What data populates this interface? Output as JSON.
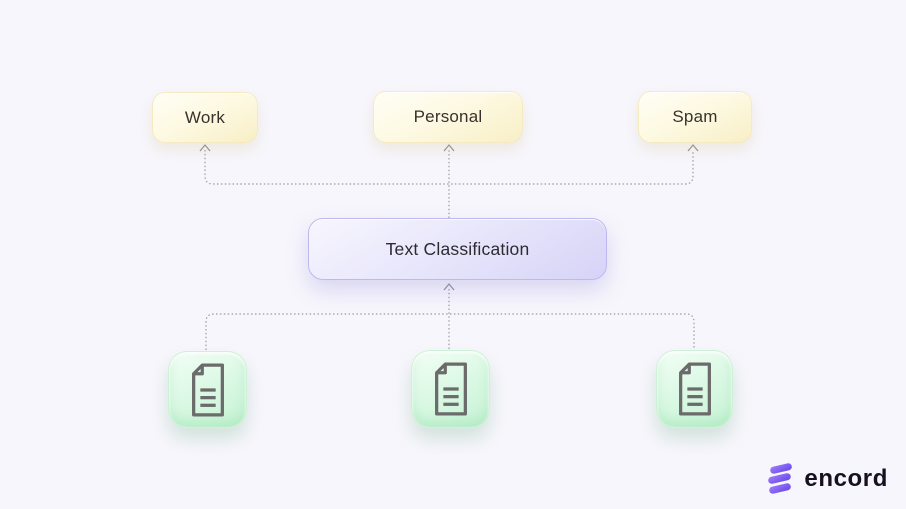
{
  "diagram": {
    "classifier": {
      "label": "Text Classification"
    },
    "categories": [
      {
        "label": "Work"
      },
      {
        "label": "Personal"
      },
      {
        "label": "Spam"
      }
    ],
    "documents": [
      {
        "icon": "document-icon"
      },
      {
        "icon": "document-icon"
      },
      {
        "icon": "document-icon"
      }
    ],
    "colors": {
      "background": "#f7f6fc",
      "category_fill": "#fdf9e2",
      "classifier_fill": "#e3e1fa",
      "classifier_border": "#bdb9ee",
      "document_tile_fill": "#d6f7e0",
      "document_icon": "#6b6b6b",
      "connector": "#9b9aa2",
      "text": "#2e2a31"
    }
  },
  "logo": {
    "text": "encord",
    "mark_color": "#7a54f2"
  }
}
